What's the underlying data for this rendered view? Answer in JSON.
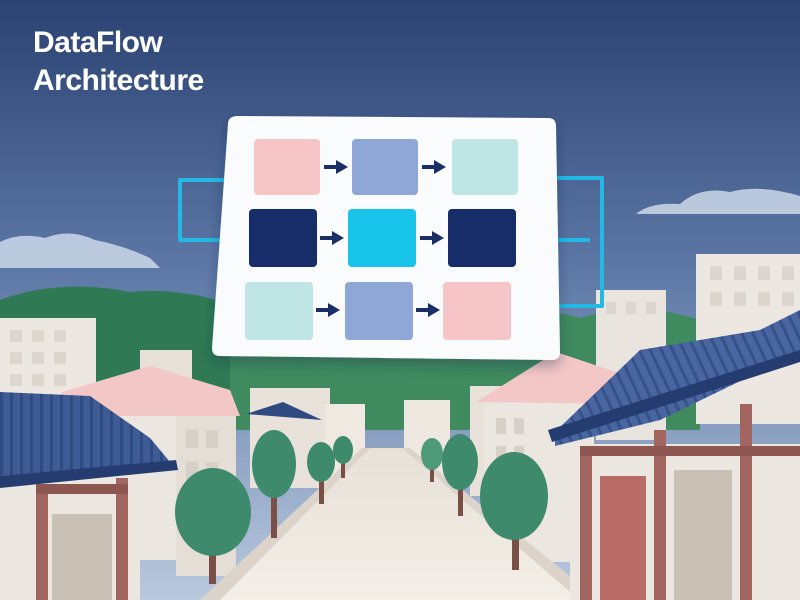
{
  "title": {
    "line1": "DataFlow",
    "line2": "Architecture"
  },
  "colors": {
    "sky_top": "#2b4272",
    "sky_bottom": "#b9c9de",
    "card": "#fafbfd",
    "connector": "#23b9e4",
    "arrow": "#1b2f66",
    "roof_blue": "#3f5b95",
    "wall": "#eeeae4",
    "tree": "#3e8a6d",
    "hill": "#3f8a5f"
  },
  "diagram": {
    "rows": [
      [
        "pink",
        "periwinkle",
        "mint"
      ],
      [
        "navy",
        "cyan",
        "navy"
      ],
      [
        "mint",
        "periwinkle",
        "pink"
      ]
    ],
    "block_colors": {
      "pink": "#f5c5c8",
      "periwinkle": "#8fa7d6",
      "mint": "#bfe5e5",
      "navy": "#172d6a",
      "cyan": "#19c4ea"
    }
  }
}
